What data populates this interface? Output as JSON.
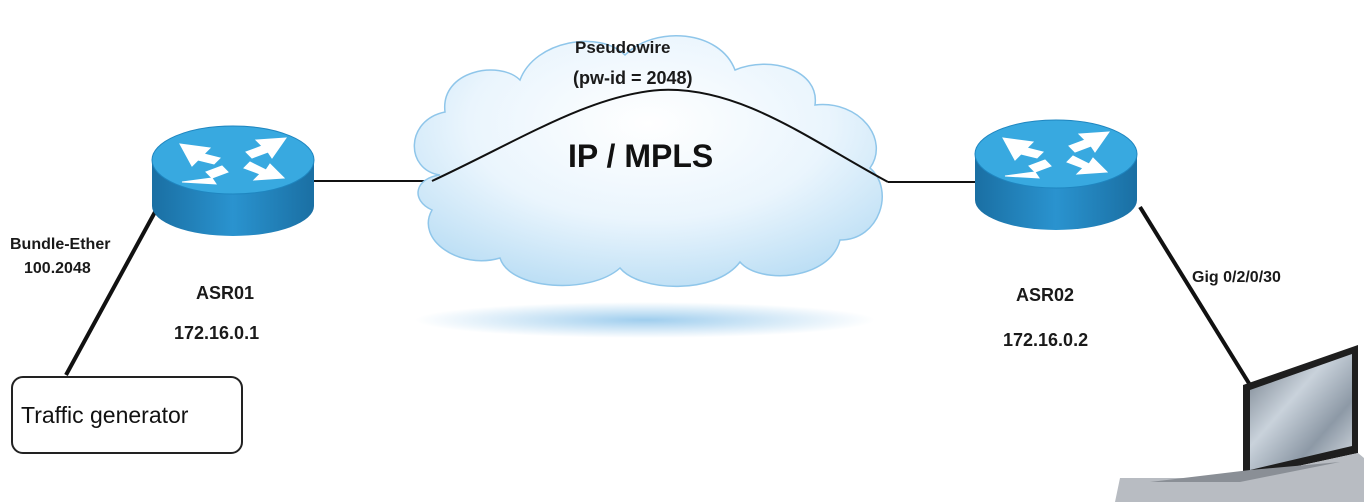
{
  "cloud": {
    "label": "IP / MPLS",
    "pseudowire_label": "Pseudowire",
    "pw_id_label": "(pw-id = 2048)"
  },
  "routers": [
    {
      "name": "ASR01",
      "ip": "172.16.0.1"
    },
    {
      "name": "ASR02",
      "ip": "172.16.0.2"
    }
  ],
  "interfaces": {
    "left_line1": "Bundle-Ether",
    "left_line2": "100.2048",
    "right": "Gig 0/2/0/30"
  },
  "traffic_generator": {
    "label": "Traffic generator"
  },
  "colors": {
    "router_top": "#2ea3da",
    "router_side": "#1d7fb6",
    "cloud": "#d6ecfa",
    "line": "#111111"
  },
  "icons": [
    "router-icon",
    "cloud-icon",
    "laptop-icon"
  ]
}
